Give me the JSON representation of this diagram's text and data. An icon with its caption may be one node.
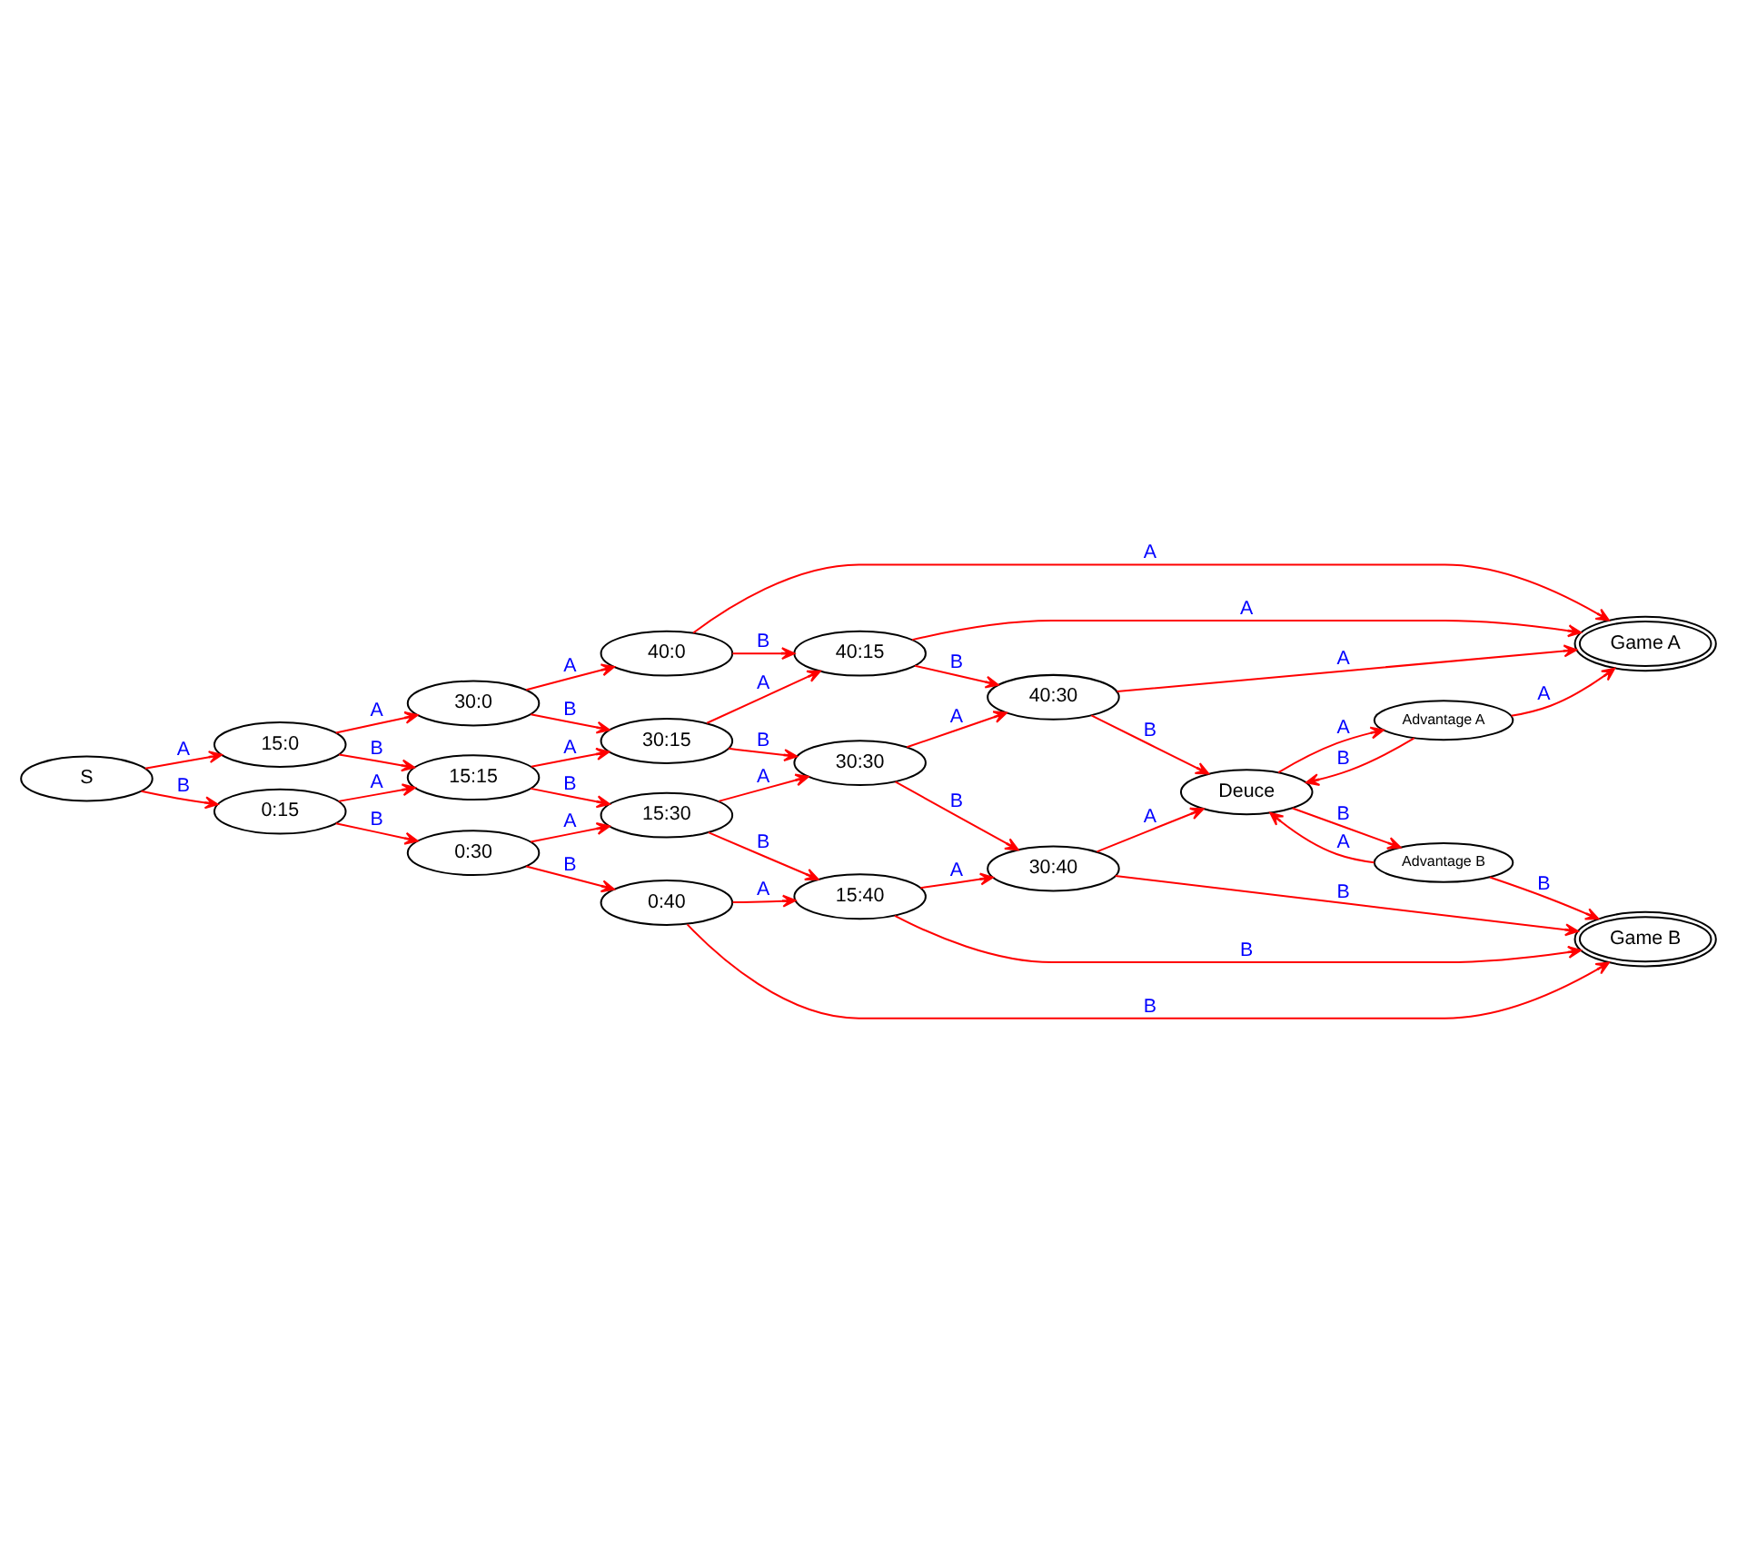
{
  "diagram": {
    "nodes": [
      {
        "text": [
          "S"
        ]
      },
      {
        "text": [
          "15:0"
        ]
      },
      {
        "text": [
          "0:15"
        ]
      },
      {
        "text": [
          "30:0"
        ]
      },
      {
        "text": [
          "15:15"
        ]
      },
      {
        "text": [
          "0:30"
        ]
      },
      {
        "text": [
          "40:0"
        ]
      },
      {
        "text": [
          "30:15"
        ]
      },
      {
        "text": [
          "15:30"
        ]
      },
      {
        "text": [
          "0:40"
        ]
      },
      {
        "text": [
          "40:15"
        ]
      },
      {
        "text": [
          "30:30"
        ]
      },
      {
        "text": [
          "15:40"
        ]
      },
      {
        "text": [
          "40:30"
        ]
      },
      {
        "text": [
          "30:40"
        ]
      },
      {
        "text": [
          "Deuce"
        ]
      },
      {
        "text": [
          "Advantage A"
        ]
      },
      {
        "text": [
          "Advantage B"
        ]
      },
      {
        "text": [
          "Game A"
        ]
      },
      {
        "text": [
          "Game B"
        ]
      }
    ],
    "edges": [
      {
        "from": 0,
        "to": 1,
        "arrow": "to",
        "label": "A"
      },
      {
        "from": 0,
        "to": 2,
        "arrow": "to",
        "label": "B"
      },
      {
        "from": 1,
        "to": 3,
        "arrow": "to",
        "label": "A"
      },
      {
        "from": 1,
        "to": 4,
        "arrow": "to",
        "label": "B"
      },
      {
        "from": 2,
        "to": 4,
        "arrow": "to",
        "label": "A"
      },
      {
        "from": 2,
        "to": 5,
        "arrow": "to",
        "label": "B"
      },
      {
        "from": 3,
        "to": 6,
        "arrow": "to",
        "label": "A"
      },
      {
        "from": 3,
        "to": 7,
        "arrow": "to",
        "label": "B"
      },
      {
        "from": 4,
        "to": 7,
        "arrow": "to",
        "label": "A"
      },
      {
        "from": 4,
        "to": 8,
        "arrow": "to",
        "label": "B"
      },
      {
        "from": 5,
        "to": 8,
        "arrow": "to",
        "label": "A"
      },
      {
        "from": 5,
        "to": 9,
        "arrow": "to",
        "label": "B"
      },
      {
        "from": 6,
        "to": 18,
        "arrow": "to",
        "label": "A"
      },
      {
        "from": 6,
        "to": 10,
        "arrow": "to",
        "label": "B"
      },
      {
        "from": 7,
        "to": 10,
        "arrow": "to",
        "label": "A"
      },
      {
        "from": 7,
        "to": 11,
        "arrow": "to",
        "label": "B"
      },
      {
        "from": 8,
        "to": 11,
        "arrow": "to",
        "label": "A"
      },
      {
        "from": 8,
        "to": 12,
        "arrow": "to",
        "label": "B"
      },
      {
        "from": 9,
        "to": 12,
        "arrow": "to",
        "label": "A"
      },
      {
        "from": 9,
        "to": 19,
        "arrow": "to",
        "label": "B"
      },
      {
        "from": 10,
        "to": 18,
        "arrow": "to",
        "label": "A"
      },
      {
        "from": 10,
        "to": 13,
        "arrow": "to",
        "label": "B"
      },
      {
        "from": 11,
        "to": 13,
        "arrow": "to",
        "label": "A"
      },
      {
        "from": 11,
        "to": 14,
        "arrow": "to",
        "label": "B"
      },
      {
        "from": 12,
        "to": 14,
        "arrow": "to",
        "label": "A"
      },
      {
        "from": 12,
        "to": 19,
        "arrow": "to",
        "label": "B"
      },
      {
        "from": 13,
        "to": 18,
        "arrow": "to",
        "label": "A"
      },
      {
        "from": 13,
        "to": 15,
        "arrow": "to",
        "label": "B"
      },
      {
        "from": 14,
        "to": 15,
        "arrow": "to",
        "label": "A"
      },
      {
        "from": 14,
        "to": 19,
        "arrow": "to",
        "label": "B"
      },
      {
        "from": 15,
        "to": 16,
        "arrow": "to",
        "label": "A"
      },
      {
        "from": 15,
        "to": 17,
        "arrow": "to",
        "label": "B"
      },
      {
        "from": 16,
        "to": 18,
        "arrow": "to",
        "label": "A"
      },
      {
        "from": 16,
        "to": 15,
        "arrow": "to",
        "label": "B"
      },
      {
        "from": 17,
        "to": 15,
        "arrow": "to",
        "label": "A"
      },
      {
        "from": 17,
        "to": 19,
        "arrow": "to",
        "label": "B"
      }
    ]
  }
}
